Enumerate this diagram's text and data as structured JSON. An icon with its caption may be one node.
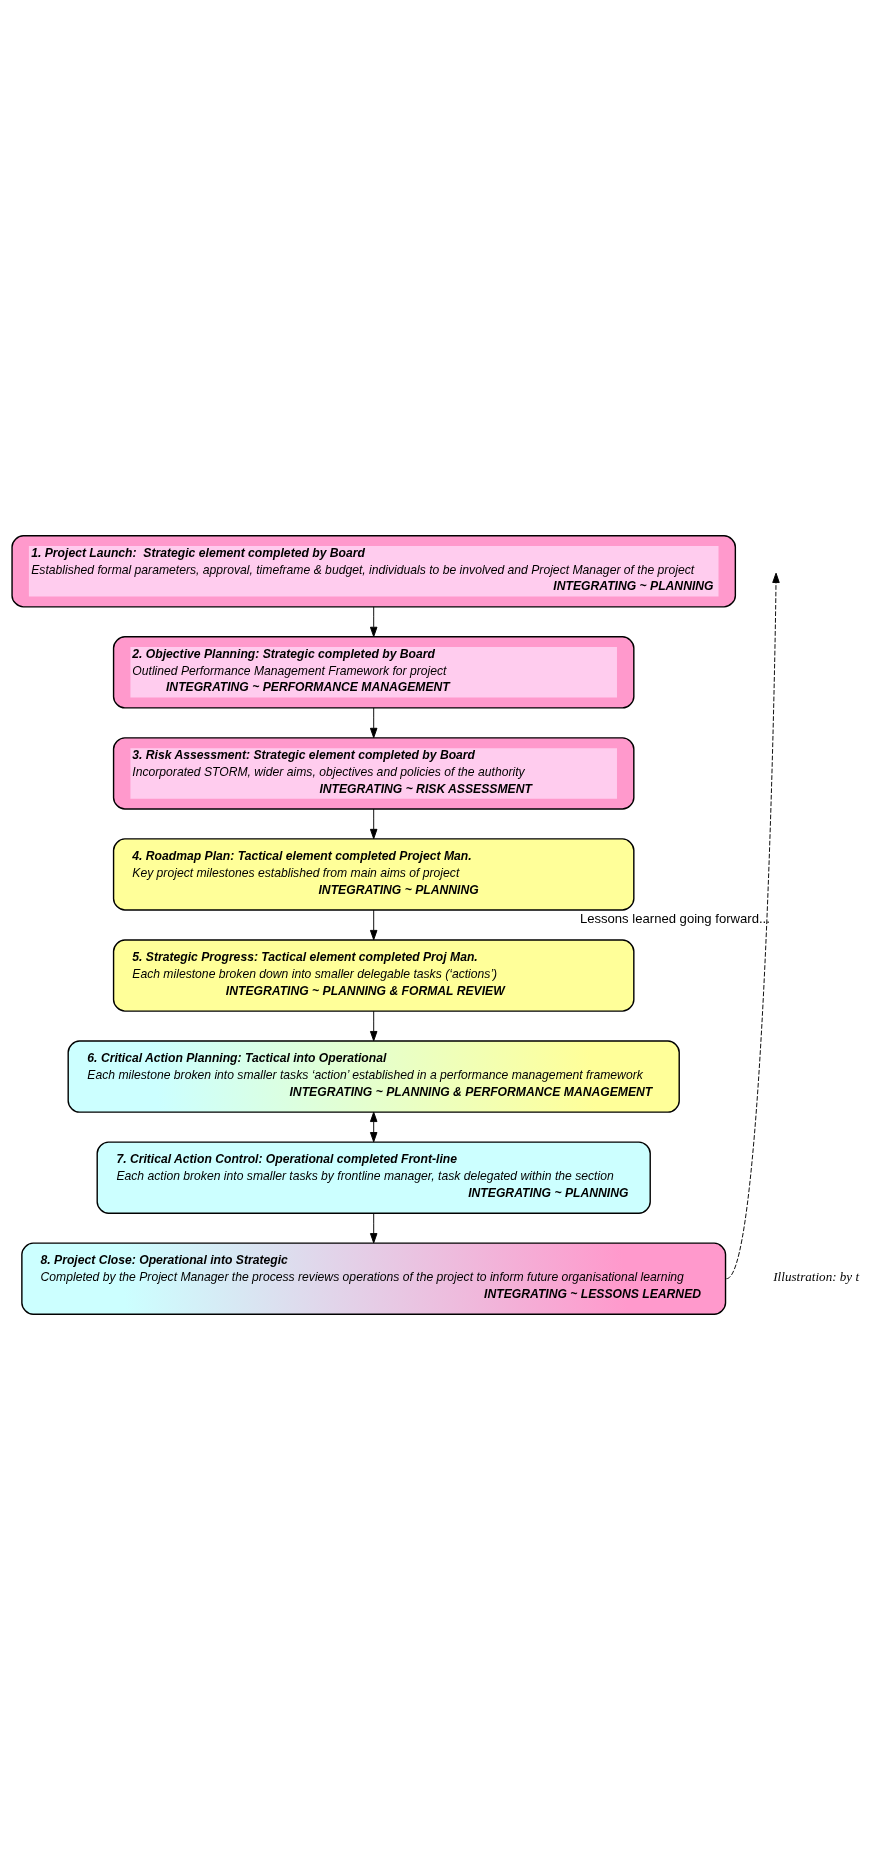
{
  "diagram": {
    "nodes": [
      {
        "text": [
          "1. Project Launch:  Strategic element completed by Board",
          "Established formal parameters, approval, timeframe & budget, individuals to be involved and Project Manager of the project",
          "INTEGRATING ~ PLANNING"
        ]
      },
      {
        "text": [
          "2. Objective Planning: Strategic completed by Board",
          "Outlined Performance Management Framework for project",
          "INTEGRATING ~ PERFORMANCE MANAGEMENT"
        ]
      },
      {
        "text": [
          "3. Risk Assessment: Strategic element completed by Board",
          "Incorporated STORM, wider aims, objectives and policies of the authority",
          "INTEGRATING ~ RISK ASSESSMENT"
        ]
      },
      {
        "text": [
          "4. Roadmap Plan: Tactical element completed Project Man.",
          "Key project milestones established from main aims of project",
          "INTEGRATING ~ PLANNING"
        ]
      },
      {
        "text": [
          "5. Strategic Progress: Tactical element completed Proj Man.",
          "Each milestone broken down into smaller delegable tasks (‘actions’)",
          "INTEGRATING ~ PLANNING & FORMAL REVIEW"
        ]
      },
      {
        "text": [
          "6. Critical Action Planning: Tactical into Operational",
          "Each milestone broken into smaller tasks ‘action’ established in a performance management framework",
          "INTEGRATING ~ PLANNING & PERFORMANCE MANAGEMENT"
        ]
      },
      {
        "text": [
          "7. Critical Action Control: Operational completed Front-line",
          "Each action broken into smaller tasks by frontline manager, task delegated within the section",
          "INTEGRATING ~ PLANNING"
        ]
      },
      {
        "text": [
          "8. Project Close: Operational into Strategic",
          "Completed by the Project Manager the process reviews operations of the project to inform future organisational learning",
          "INTEGRATING ~ LESSONS LEARNED"
        ]
      }
    ],
    "edges": [
      {
        "from": 0,
        "to": 1,
        "arrow": "to"
      },
      {
        "from": 1,
        "to": 2,
        "arrow": "to"
      },
      {
        "from": 2,
        "to": 3,
        "arrow": "to"
      },
      {
        "from": 3,
        "to": 4,
        "arrow": "to"
      },
      {
        "from": 4,
        "to": 5,
        "arrow": "to"
      },
      {
        "from": 5,
        "to": 6,
        "arrow": "both"
      },
      {
        "from": 6,
        "to": 7,
        "arrow": "to"
      },
      {
        "from": 7,
        "to": null,
        "arrow": "to",
        "style": "dashed",
        "label": "Lessons learned going forward..."
      }
    ],
    "labels": [
      "Illustration: by t"
    ]
  }
}
